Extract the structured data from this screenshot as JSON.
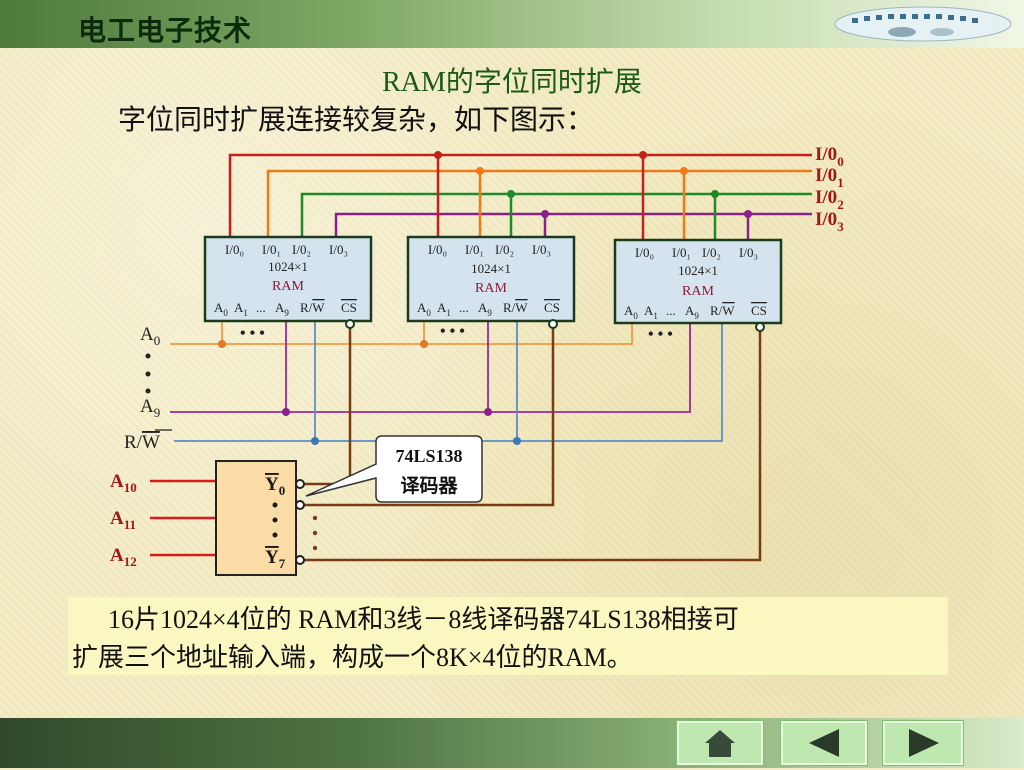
{
  "header": {
    "brand": "电工电子技术"
  },
  "slide": {
    "title": "RAM的字位同时扩展",
    "subtitle": "字位同时扩展连接较复杂，如下图示："
  },
  "diagram": {
    "io_lines": [
      "0",
      "1",
      "2",
      "3"
    ],
    "io_prefix": "I/0",
    "chips": [
      {
        "pins_top": [
          "I/0₀",
          "I/0₁",
          "I/0₂",
          "I/0₃"
        ],
        "size": "1024×1",
        "type": "RAM"
      },
      {
        "pins_top": [
          "I/0₀",
          "I/0₁",
          "I/0₂",
          "I/0₃"
        ],
        "size": "1024×1",
        "type": "RAM"
      },
      {
        "pins_top": [
          "I/0₀",
          "I/0₁",
          "I/0₂",
          "I/0₃"
        ],
        "size": "1024×1",
        "type": "RAM"
      }
    ],
    "chip_bottom_pins": {
      "a0": "A",
      "a1": "A",
      "dots": "...",
      "a9": "A",
      "rw_r": "R/",
      "rw_w": "W",
      "cs": "CS"
    },
    "bottom_sub": {
      "a0": "0",
      "a1": "1",
      "a9": "9"
    },
    "ellipsis": "• • •",
    "left_labels": {
      "a0": "A",
      "a0_sub": "0",
      "a9": "A",
      "a9_sub": "9",
      "rw_r": "R/",
      "rw_w": "W"
    },
    "decoder": {
      "inputs": [
        {
          "label": "A",
          "sub": "10"
        },
        {
          "label": "A",
          "sub": "11"
        },
        {
          "label": "A",
          "sub": "12"
        }
      ],
      "outputs": [
        {
          "label": "Y",
          "sub": "0"
        },
        {
          "label": "Y",
          "sub": "7"
        }
      ],
      "callout_line1": "74LS138",
      "callout_line2": "译码器"
    },
    "colors": {
      "io0": "#c4201c",
      "io1": "#f07a18",
      "io2": "#1f8a28",
      "io3": "#8a208c",
      "addr0": "#f09a40",
      "addr9": "#9a2a9a",
      "rw": "#5a8ec8",
      "cs": "#7a3a12"
    }
  },
  "caption": {
    "line1": "16片1024×4位的 RAM和3线－8线译码器74LS138相接可",
    "line2": "扩展三个地址输入端，构成一个8K×4位的RAM。"
  },
  "nav": {
    "icons": [
      "home-icon",
      "prev-arrow-icon",
      "next-arrow-icon"
    ]
  }
}
